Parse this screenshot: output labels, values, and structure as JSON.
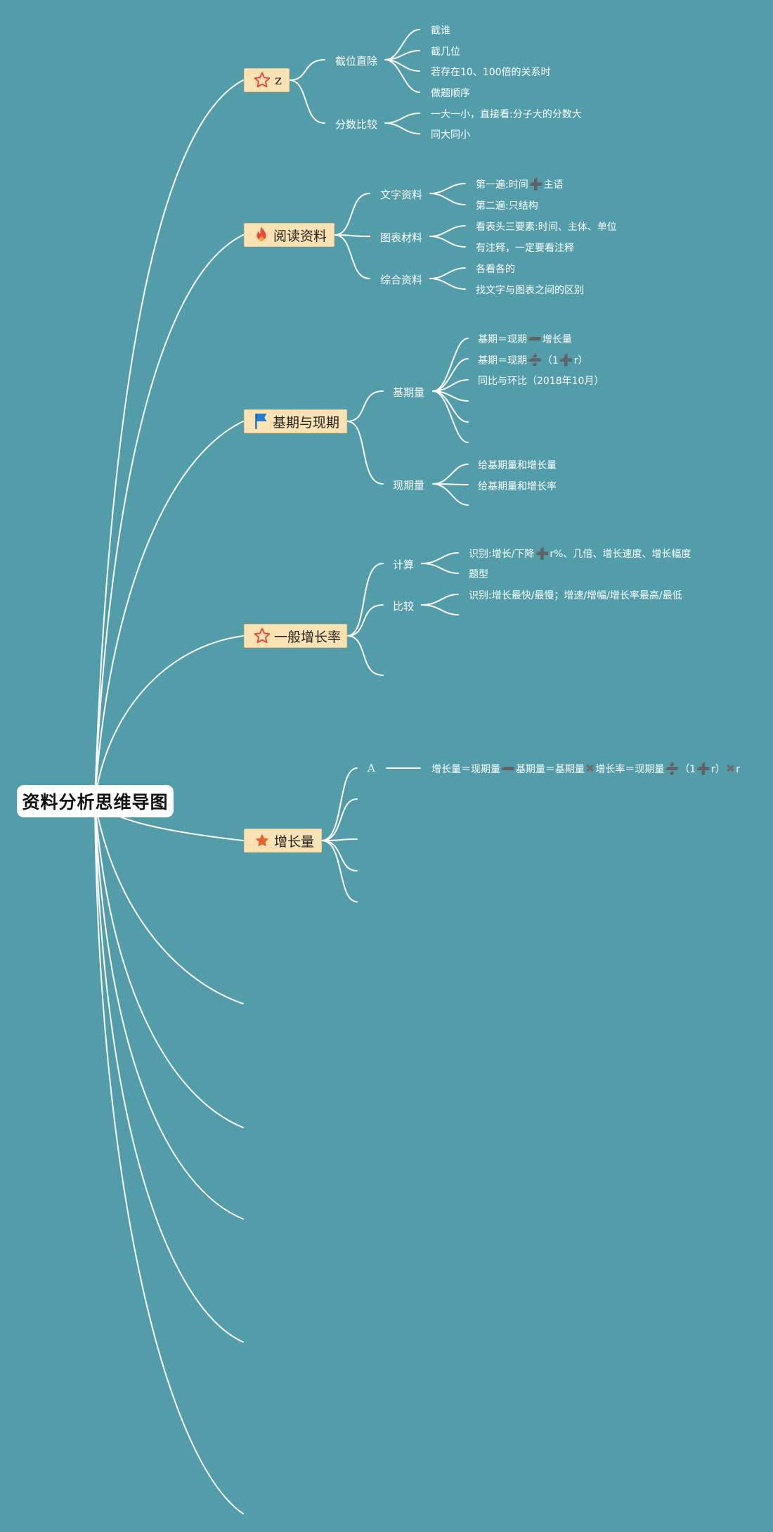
{
  "root": {
    "title": "资料分析思维导图"
  },
  "colors": {
    "background": "#539dab",
    "topic_fill": "#fbe2b4",
    "line": "#ffffff"
  },
  "topics": [
    {
      "label": "z",
      "icon": "star-outline-icon",
      "subs": [
        {
          "label": "截位直除",
          "leaves": [
            "截谁",
            "截几位",
            "若存在10、100倍的关系时",
            "做题顺序"
          ]
        },
        {
          "label": "分数比较",
          "leaves": [
            "一大一小，直接看:分子大的分数大",
            "同大同小"
          ]
        }
      ]
    },
    {
      "label": "阅读资料",
      "icon": "fire-icon",
      "subs": [
        {
          "label": "文字资料",
          "leaves": [
            "第一遍:时间",
            "主语",
            "第二遍:只结构"
          ]
        },
        {
          "label": "图表材料",
          "leaves": [
            "看表头三要素:时间、主体、单位",
            "有注释，一定要看注释"
          ]
        },
        {
          "label": "综合资料",
          "leaves": [
            "各看各的",
            "找文字与图表之间的区别"
          ]
        }
      ]
    },
    {
      "label": "基期与现期",
      "icon": "flag-icon",
      "subs": [
        {
          "label": "基期量",
          "leaves": [
            "基期＝现期",
            "增长量",
            "基期＝现期",
            "（1",
            "r）",
            "同比与环比（2018年10月）"
          ]
        },
        {
          "label": "现期量",
          "leaves": [
            "给基期量和增长量",
            "给基期量和增长率"
          ]
        }
      ]
    },
    {
      "label": "一般增长率",
      "icon": "star-outline-icon",
      "subs": [
        {
          "label": "计算",
          "leaves": [
            "识别:增长/下降",
            "r%、几倍、增长速度、增长幅度",
            "题型"
          ]
        },
        {
          "label": "比较",
          "leaves": [
            "识别:增长最快/最慢；增速/增幅/增长率最高/最低"
          ]
        }
      ]
    },
    {
      "label": "增长量",
      "icon": "star-filled-icon",
      "subs": [
        {
          "label": "A",
          "leaves": [
            "增长量＝现期量",
            "基期量＝基期量",
            "增长率＝现期量",
            "（1",
            "r）",
            "r"
          ]
        }
      ]
    }
  ]
}
